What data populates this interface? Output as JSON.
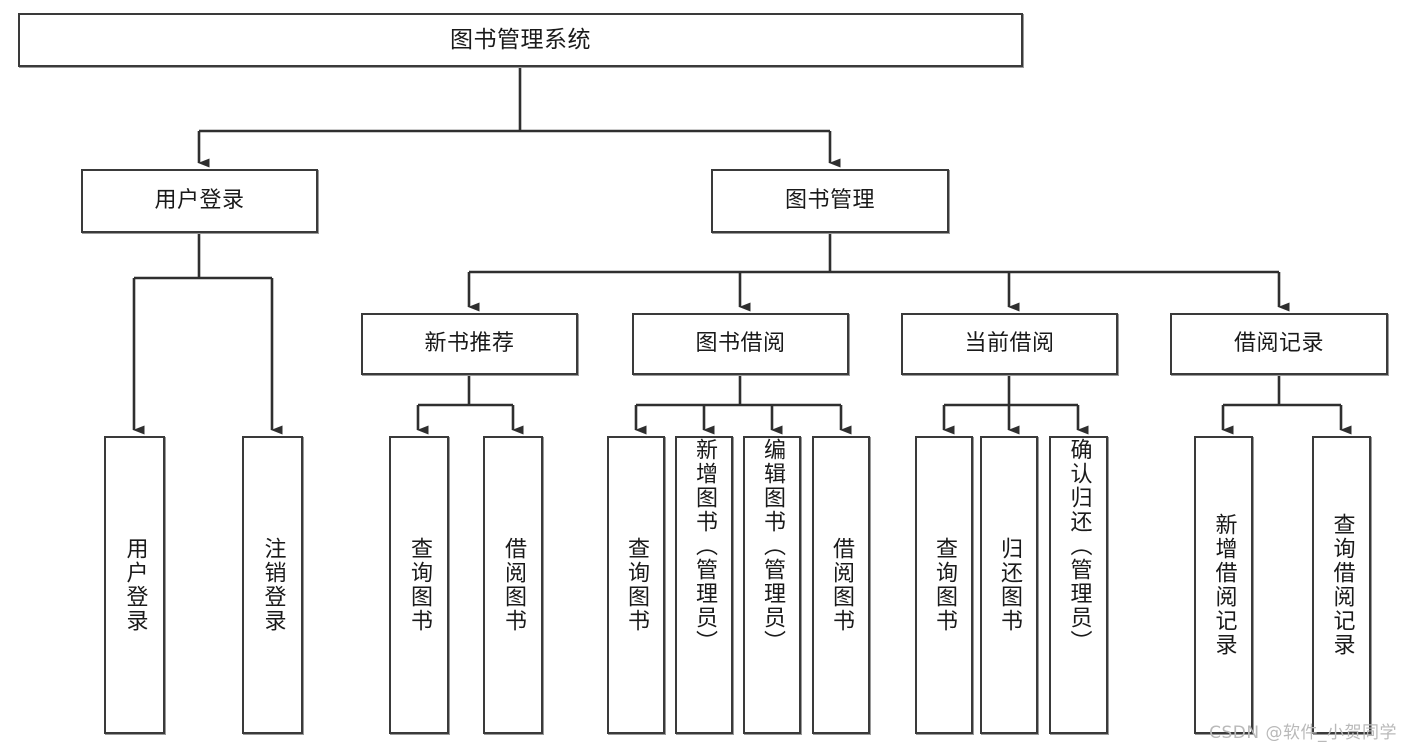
{
  "diagram": {
    "title": "图书管理系统",
    "watermark": "CSDN @软件_小贺同学",
    "stroke_color": "#3a3a3a",
    "text_color": "#1a1a1a",
    "background": "#ffffff"
  },
  "nodes": {
    "root": {
      "label": "图书管理系统"
    },
    "level2": [
      {
        "label": "用户登录"
      },
      {
        "label": "图书管理"
      }
    ],
    "level3": [
      {
        "label": "新书推荐"
      },
      {
        "label": "图书借阅"
      },
      {
        "label": "当前借阅"
      },
      {
        "label": "借阅记录"
      }
    ],
    "leaves": {
      "user_login": [
        {
          "label": "用户登录"
        },
        {
          "label": "注销登录"
        }
      ],
      "new_book": [
        {
          "label": "查询图书"
        },
        {
          "label": "借阅图书"
        }
      ],
      "book_borrow": [
        {
          "label": "查询图书"
        },
        {
          "label": "新增图书（管理员）"
        },
        {
          "label": "编辑图书（管理员）"
        },
        {
          "label": "借阅图书"
        }
      ],
      "current_borrow": [
        {
          "label": "查询图书"
        },
        {
          "label": "归还图书"
        },
        {
          "label": "确认归还（管理员）"
        }
      ],
      "borrow_record": [
        {
          "label": "新增借阅记录"
        },
        {
          "label": "查询借阅记录"
        }
      ]
    }
  }
}
